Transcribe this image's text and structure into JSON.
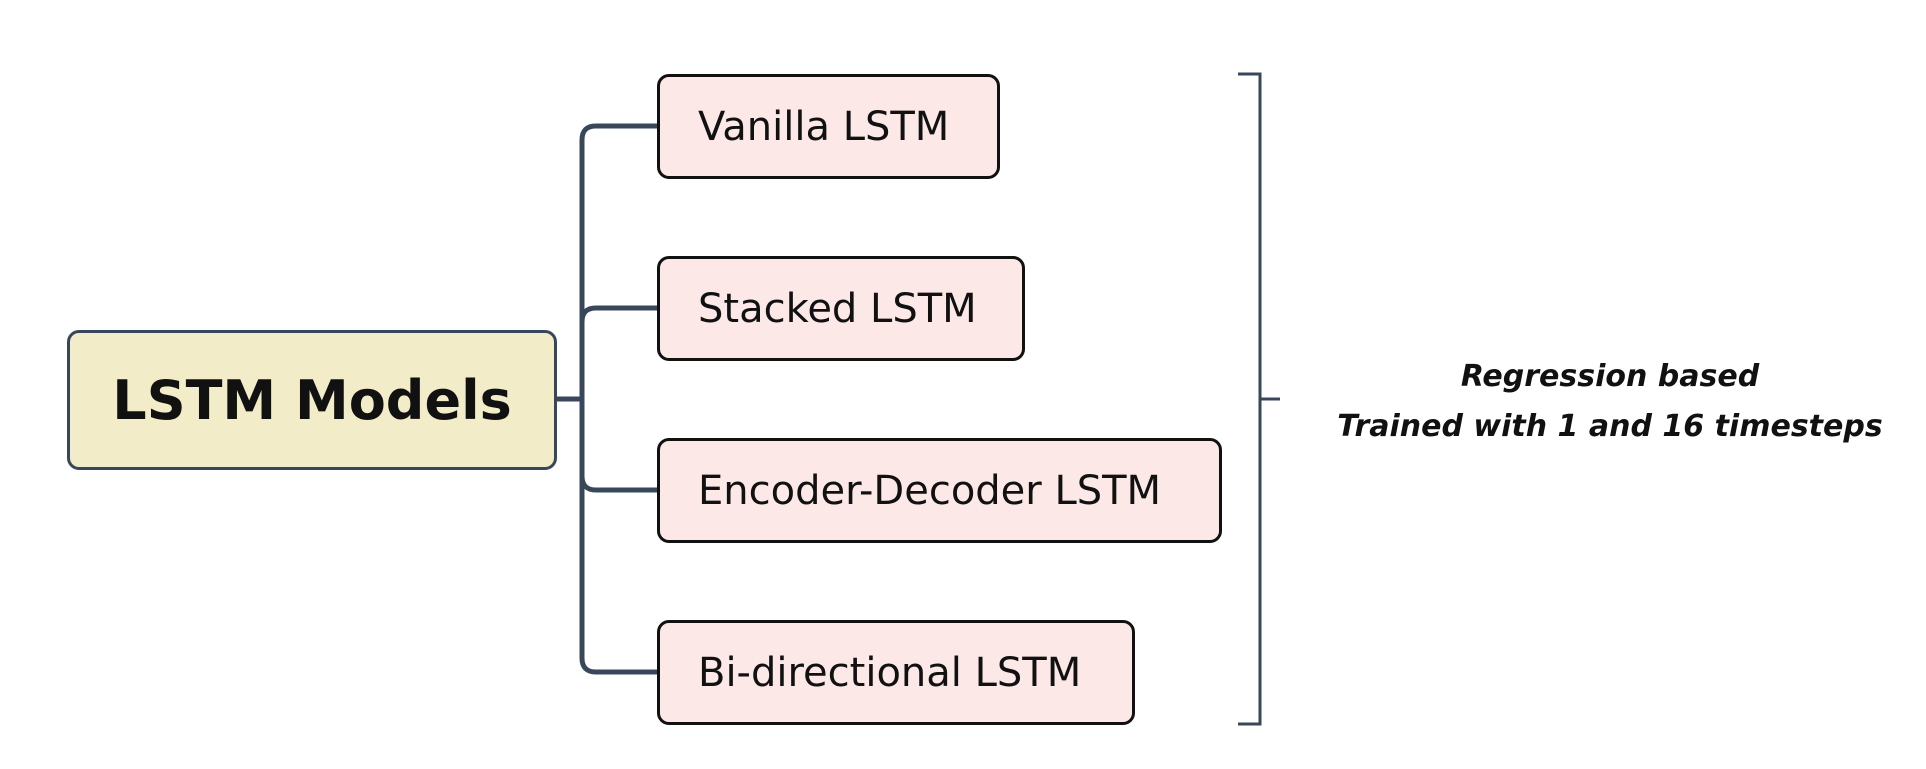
{
  "root": {
    "label": "LSTM Models"
  },
  "children": [
    {
      "label": "Vanilla LSTM"
    },
    {
      "label": "Stacked LSTM"
    },
    {
      "label": "Encoder-Decoder LSTM"
    },
    {
      "label": "Bi-directional LSTM"
    }
  ],
  "note": {
    "line1": "Regression based",
    "line2": "Trained with 1 and 16 timesteps"
  },
  "colors": {
    "root_fill": "#f3ecc8",
    "child_fill": "#fde8e8",
    "connector": "#38475a",
    "text": "#111111"
  }
}
